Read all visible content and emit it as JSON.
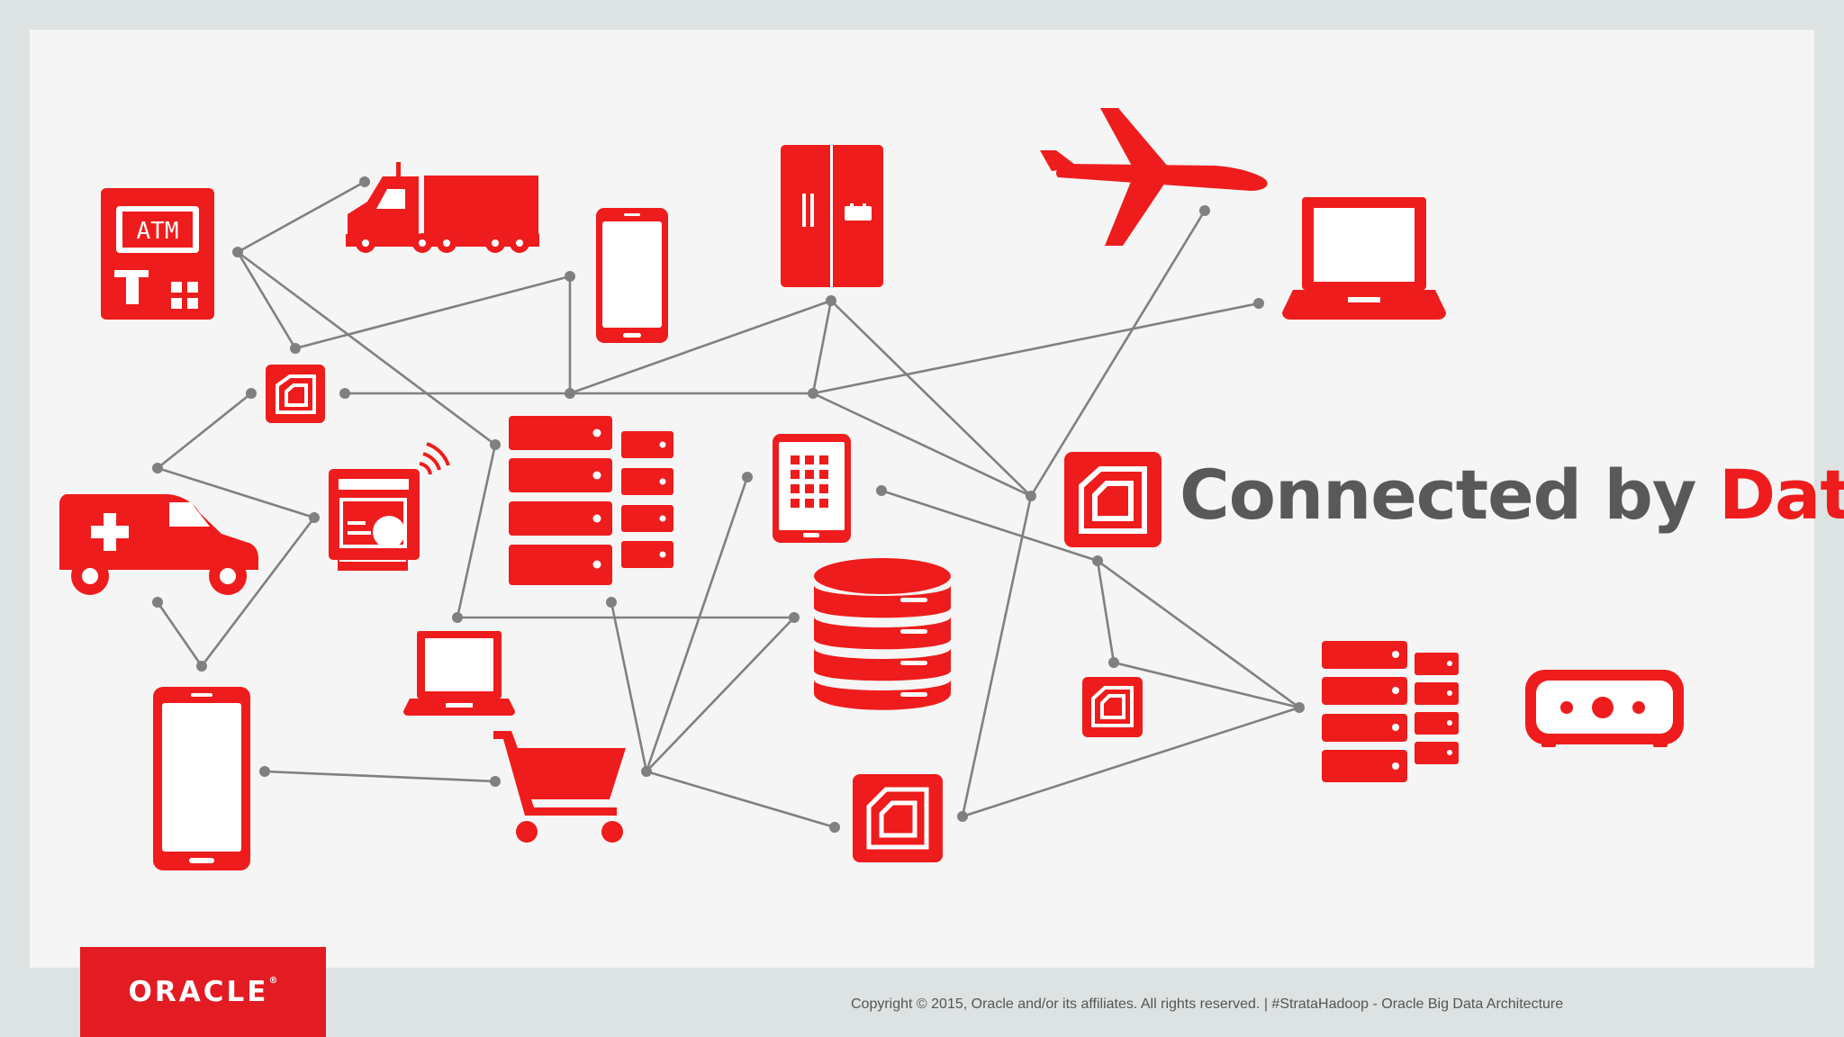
{
  "slide": {
    "headline_prefix": "Connected by",
    "headline_accent": "Data",
    "atm_text": "ATM",
    "logo_text": "ORACLE",
    "logo_mark": "®",
    "footer": "Copyright © 2015, Oracle and/or its affiliates. All rights reserved.  |  #StrataHadoop - Oracle Big Data Architecture"
  },
  "colors": {
    "accent": "#ee1c1c",
    "brand": "#e31b23",
    "line": "#808080",
    "headline": "#58595b"
  },
  "icons": [
    "atm-icon",
    "truck-icon",
    "smartphone-icon",
    "refrigerator-icon",
    "airplane-icon",
    "laptop-icon",
    "rfid-chip-icon",
    "ambulance-icon",
    "smart-meter-icon",
    "server-rack-icon",
    "tablet-icon",
    "database-icon",
    "shopping-cart-icon",
    "router-icon"
  ]
}
